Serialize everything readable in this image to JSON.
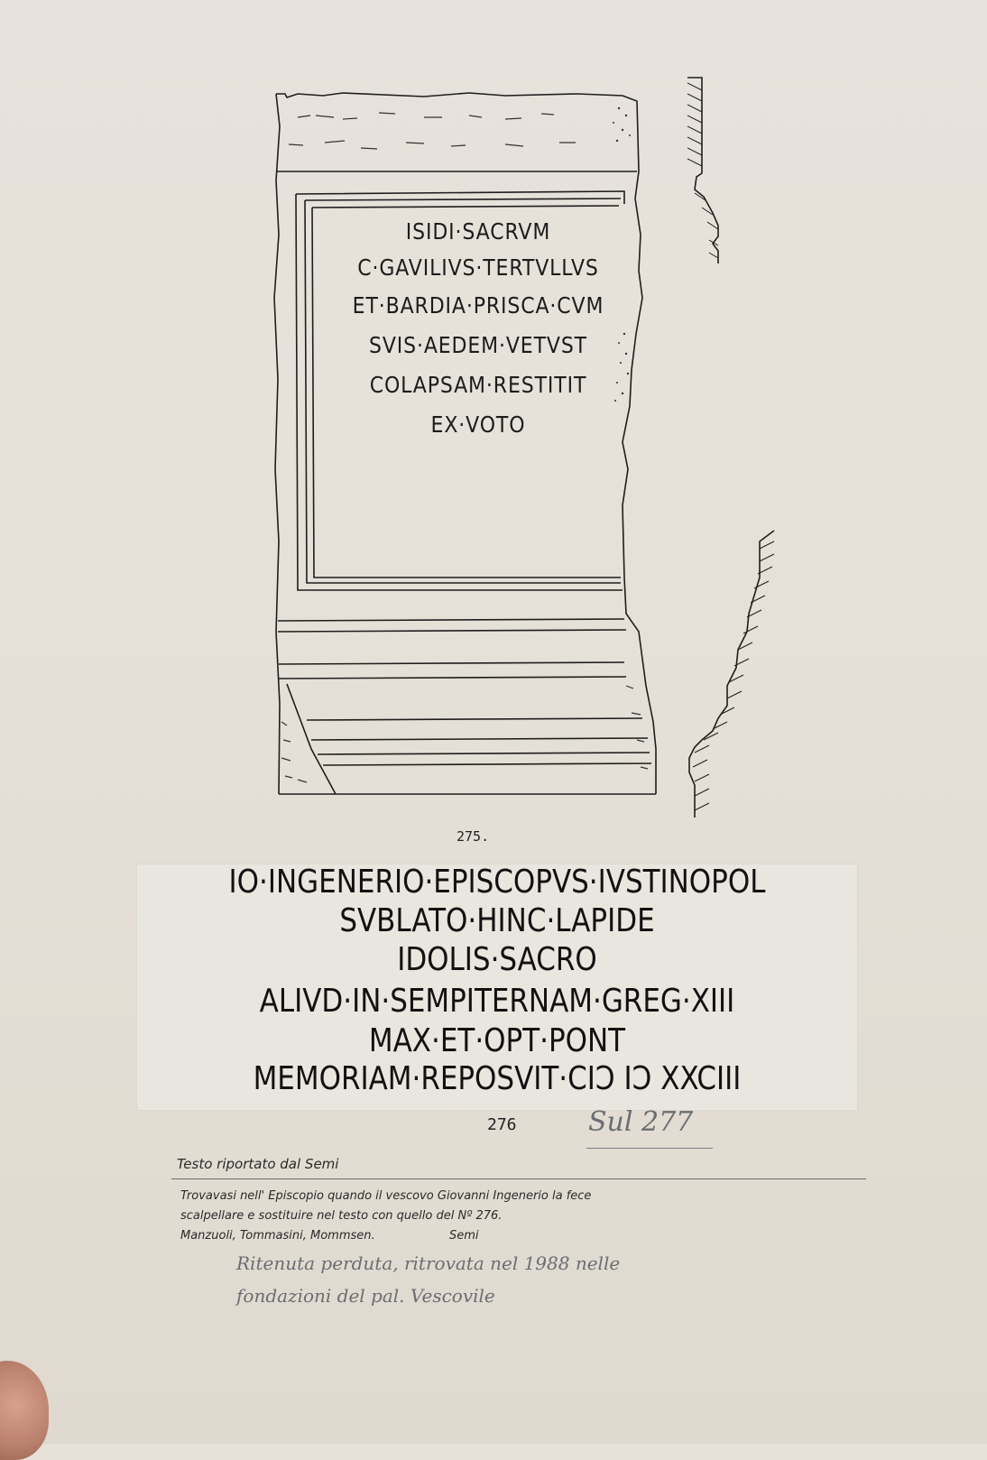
{
  "stone_inscription": [
    "ISIDI·SACRVM",
    "C·GAVILIVS·TERTVLLVS",
    "ET·BARDIA·PRISCA·CVM",
    "SVIS·AEDEM·VETVST",
    "COLAPSAM·RESTITIT",
    "EX·VOTO"
  ],
  "stone_number": "275.",
  "pasted_inscription": [
    "IO·INGENERIO·EPISCOPVS·IVSTINOPOL",
    "SVBLATO·HINC·LAPIDE",
    "IDOLIS·SACRO",
    "ALIVD·IN·SEMPITERNAM·GREG·XIII",
    "MAX·ET·OPT·PONT",
    "MEMORIAM·REPOSVIT·CIƆ IƆ XXCIII"
  ],
  "pasted_number": "276",
  "pencil_ref": "Sul 277",
  "notes": {
    "heading": "Testo riportato dal Semi",
    "line1": "Trovavasi nell' Episcopio quando il vescovo Giovanni Ingenerio la fece",
    "line2": "scalpellare e sostituire nel testo con quello del Nº 276.",
    "line3": "Manzuoli, Tommasini, Mommsen.",
    "line3_tail": "Semi",
    "pencil1": "Ritenuta perduta, ritrovata nel 1988 nelle",
    "pencil2": "fondazioni del pal. Vescovile"
  }
}
